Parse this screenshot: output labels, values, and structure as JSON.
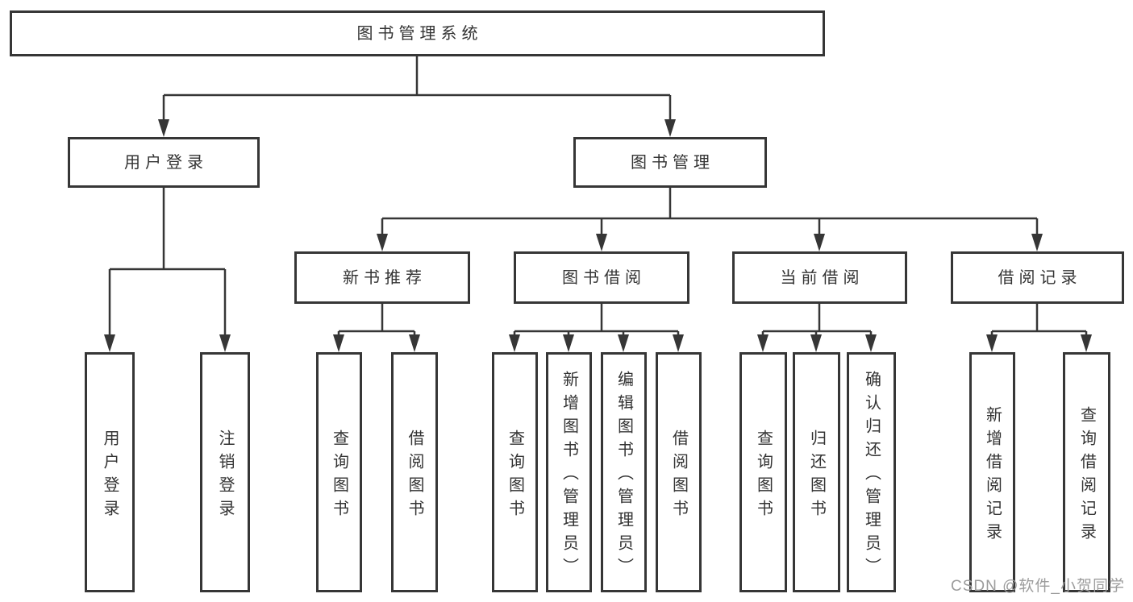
{
  "diagram": {
    "type": "hierarchy-tree",
    "nodes": {
      "root": "图书管理系统",
      "l2": [
        "用户登录",
        "图书管理"
      ],
      "l3": [
        "新书推荐",
        "图书借阅",
        "当前借阅",
        "借阅记录"
      ],
      "leaves": [
        "用户登录",
        "注销登录",
        "查询图书",
        "借阅图书",
        "查询图书",
        "新增图书（管理员）",
        "编辑图书（管理员）",
        "借阅图书",
        "查询图书",
        "归还图书",
        "确认归还（管理员）",
        "新增借阅记录",
        "查询借阅记录"
      ]
    },
    "hierarchy": {
      "图书管理系统": [
        "用户登录",
        "图书管理"
      ],
      "用户登录": [
        "用户登录",
        "注销登录"
      ],
      "图书管理": [
        "新书推荐",
        "图书借阅",
        "当前借阅",
        "借阅记录"
      ],
      "新书推荐": [
        "查询图书",
        "借阅图书"
      ],
      "图书借阅": [
        "查询图书",
        "新增图书（管理员）",
        "编辑图书（管理员）",
        "借阅图书"
      ],
      "当前借阅": [
        "查询图书",
        "归还图书",
        "确认归还（管理员）"
      ],
      "借阅记录": [
        "新增借阅记录",
        "查询借阅记录"
      ]
    },
    "colors": {
      "background": "#ffffff",
      "box_border": "#363636",
      "connector_line": "#363636",
      "text": "#333333",
      "watermark_text": "#9c9c9c"
    }
  },
  "watermark": {
    "text": "CSDN @软件_小贺同学"
  }
}
